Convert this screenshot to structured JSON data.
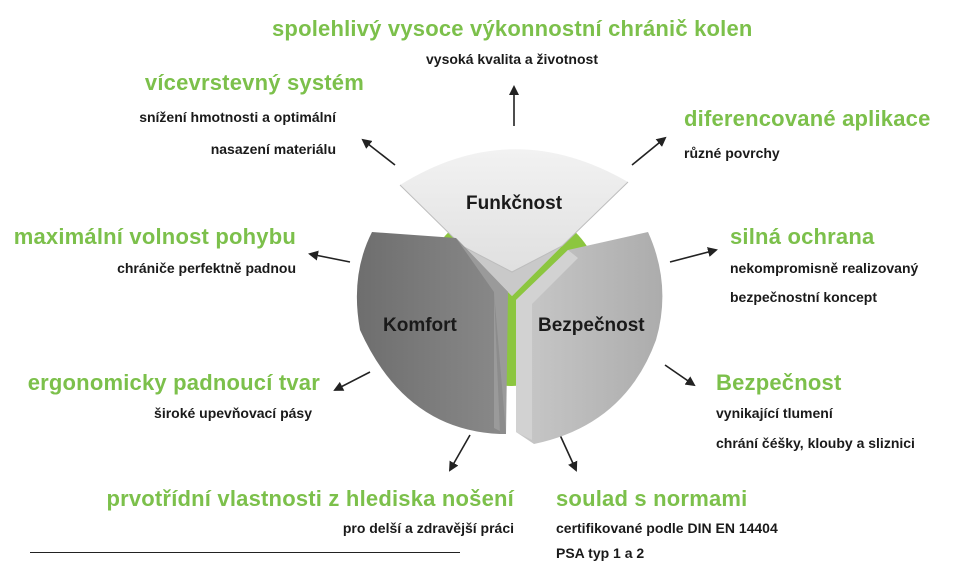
{
  "center": {
    "top_segment": "Funkčnost",
    "left_segment": "Komfort",
    "right_segment": "Bezpečnost"
  },
  "features": {
    "top": {
      "title": "spolehlivý vysoce výkonnostní chránič kolen",
      "lines": [
        "vysoká kvalita a životnost"
      ]
    },
    "upper_left": {
      "title": "vícevrstevný systém",
      "lines": [
        "snížení hmotnosti a optimální",
        "nasazení materiálu"
      ]
    },
    "upper_right": {
      "title": "diferencované aplikace",
      "lines": [
        "různé povrchy"
      ]
    },
    "mid_left": {
      "title": "maximální volnost pohybu",
      "lines": [
        "chrániče perfektně padnou"
      ]
    },
    "mid_right": {
      "title": "silná ochrana",
      "lines": [
        "nekompromisně realizovaný",
        "bezpečnostní koncept"
      ]
    },
    "low_left": {
      "title": "ergonomicky padnoucí tvar",
      "lines": [
        "široké upevňovací pásy"
      ]
    },
    "low_right": {
      "title": "Bezpečnost",
      "lines": [
        "vynikající tlumení",
        "chrání čéšky, klouby a sliznici"
      ]
    },
    "bottom_left": {
      "title": "prvotřídní vlastnosti z hlediska nošení",
      "lines": [
        "pro delší a zdravější práci"
      ]
    },
    "bottom_right": {
      "title": "soulad s normami",
      "lines": [
        "certifikované podle DIN EN 14404",
        "PSA typ 1 a 2"
      ]
    }
  },
  "colors": {
    "heading_green": "#7cc04b",
    "hub_green": "#8cc63f",
    "segment_top": "#e8e8e8",
    "segment_left": "#7a7a7a",
    "segment_right": "#bdbdbd"
  }
}
